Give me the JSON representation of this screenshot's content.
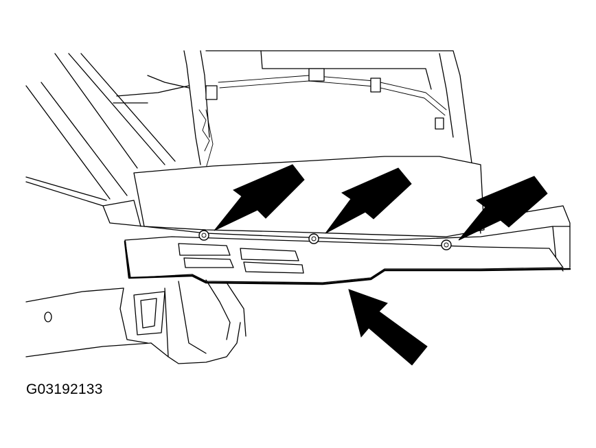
{
  "figure": {
    "reference_code": "G03192133",
    "callouts": [
      {
        "name": "fastener-arrow-1",
        "points_to": "left-nut"
      },
      {
        "name": "fastener-arrow-2",
        "points_to": "center-nut"
      },
      {
        "name": "fastener-arrow-3",
        "points_to": "right-nut"
      },
      {
        "name": "panel-arrow",
        "points_to": "lower-panel-edge"
      }
    ]
  }
}
